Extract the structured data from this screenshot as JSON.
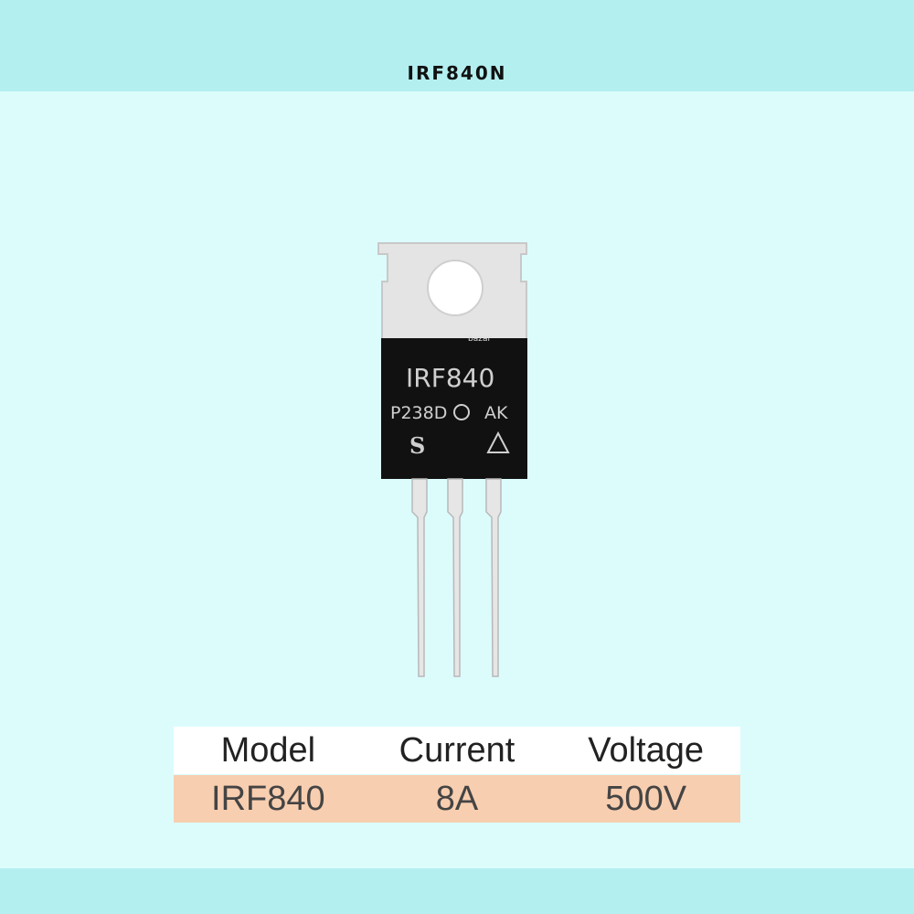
{
  "header": {
    "title": "IRF840N"
  },
  "part": {
    "marking_line1": "IRF840",
    "marking_line2_code": "P238D",
    "marking_line2_suffix": "AK",
    "watermark": "bazar"
  },
  "specs": {
    "headers": [
      "Model",
      "Current",
      "Voltage"
    ],
    "values": [
      "IRF840",
      "8A",
      "500V"
    ]
  },
  "colors": {
    "background": "#dcfcfc",
    "band": "#b4eff0",
    "value_row": "#f8ceb0",
    "package_body": "#111111",
    "leads": "#e6e6e6"
  }
}
